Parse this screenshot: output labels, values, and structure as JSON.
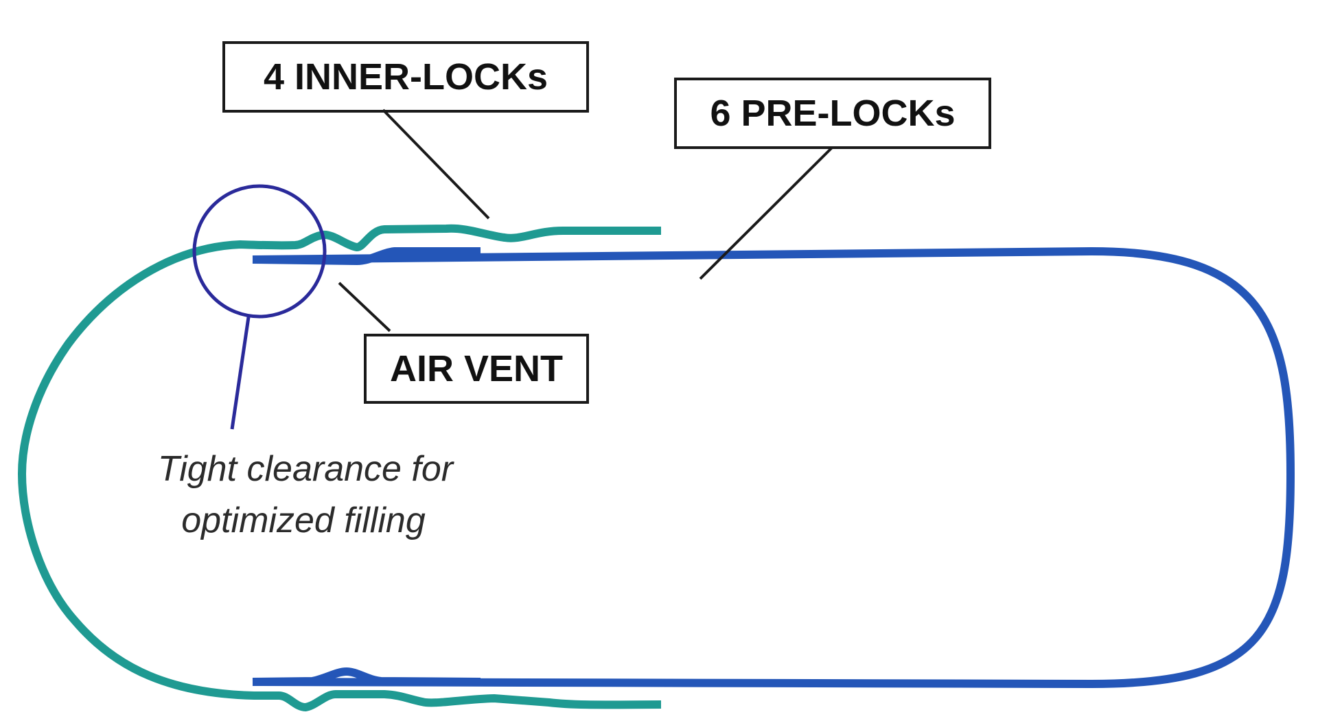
{
  "diagram": {
    "labels": {
      "inner_locks": "4 INNER-LOCKs",
      "pre_locks": "6 PRE-LOCKs",
      "air_vent": "AIR VENT"
    },
    "note": {
      "line1": "Tight clearance for",
      "line2": "optimized filling"
    },
    "colors": {
      "inner_shell": "#1f9a92",
      "outer_shell": "#2456b8",
      "highlight_circle": "#2a2a9a",
      "leader_lines": "#1a1a1a",
      "note_leader": "#2a2a9a",
      "box_border": "#1a1a1a",
      "text": "#111111"
    }
  }
}
